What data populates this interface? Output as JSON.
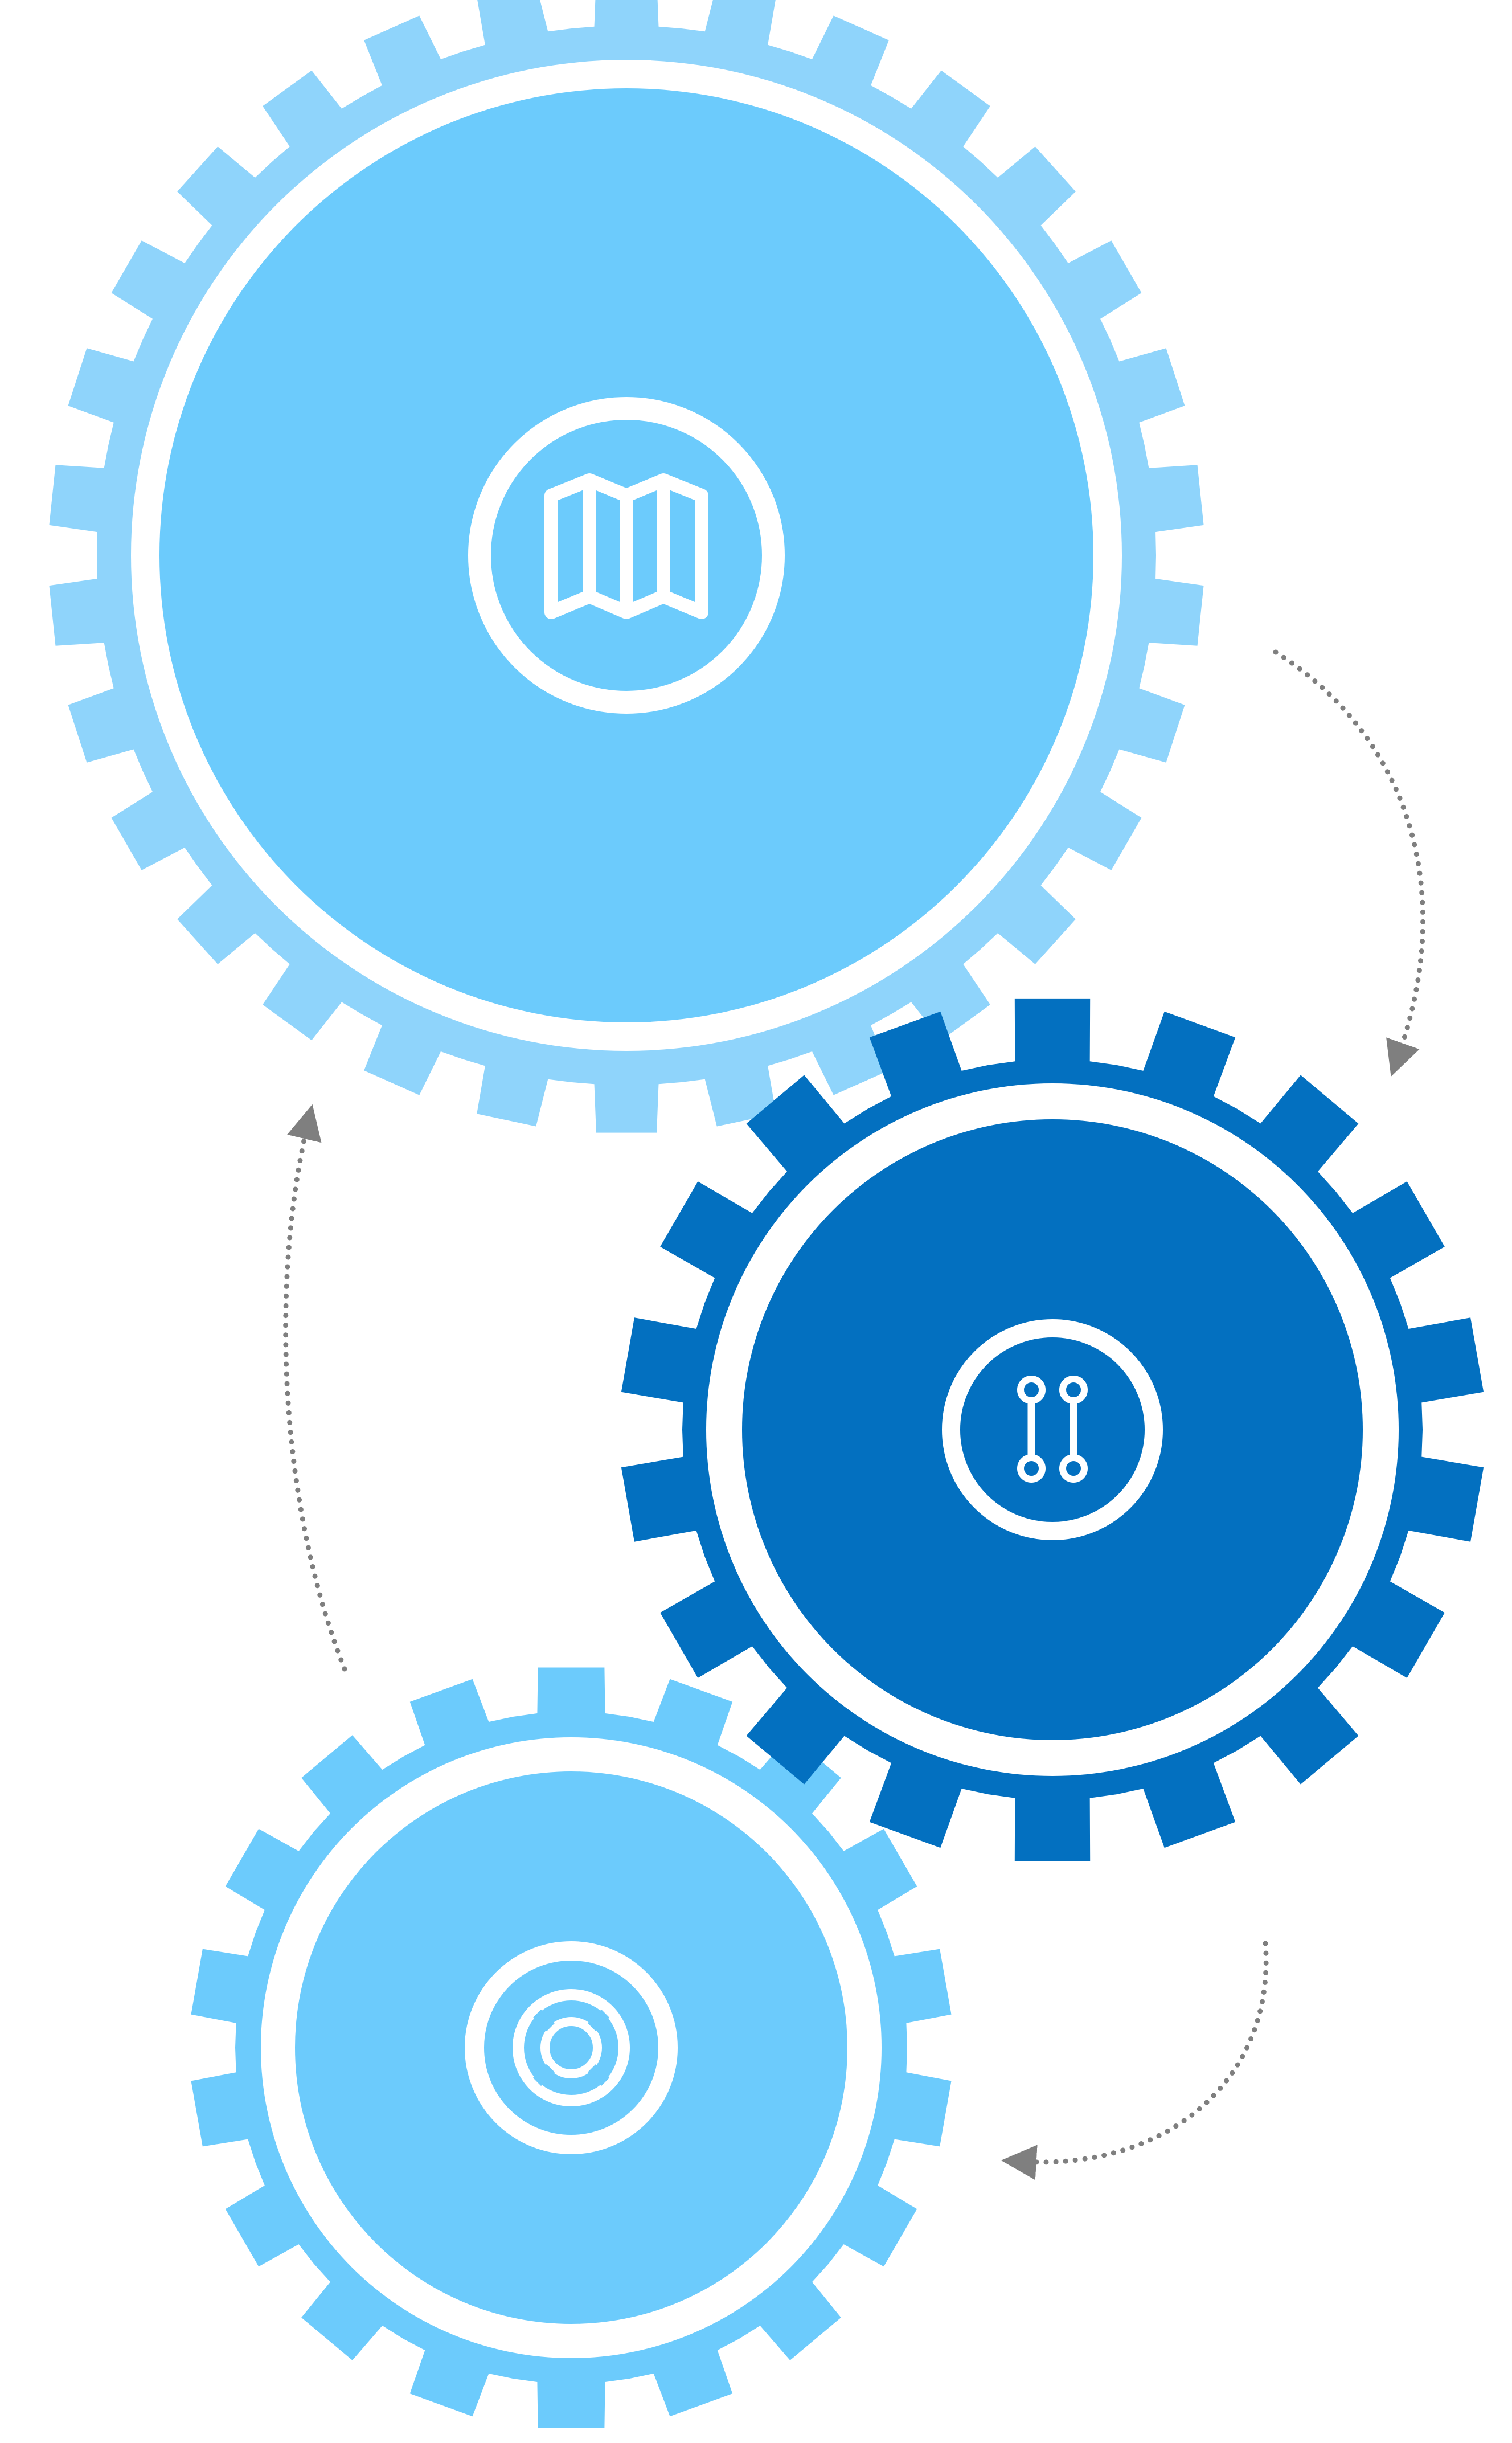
{
  "diagram": {
    "background": "#ffffff",
    "gears": [
      {
        "id": "map",
        "icon": "map-icon",
        "teeth": 30,
        "ring_color": "#8fd4fb",
        "face_color": "#6ccbfc",
        "icon_color": "#ffffff"
      },
      {
        "id": "connector",
        "icon": "connector-icon",
        "teeth": 18,
        "ring_color": "#0370c0",
        "face_color": "#0370c0",
        "icon_color": "#ffffff"
      },
      {
        "id": "lifebuoy",
        "icon": "lifebuoy-icon",
        "teeth": 18,
        "ring_color": "#6ccbfc",
        "face_color": "#6ccbfc",
        "icon_color": "#ffffff"
      }
    ],
    "arrows": [
      {
        "id": "map-to-connector",
        "from": "map",
        "to": "connector",
        "style": "dotted",
        "color": "#7f7f7f"
      },
      {
        "id": "connector-to-lifebuoy",
        "from": "connector",
        "to": "lifebuoy",
        "style": "dotted",
        "color": "#7f7f7f"
      },
      {
        "id": "lifebuoy-to-map",
        "from": "lifebuoy",
        "to": "map",
        "style": "dotted",
        "color": "#7f7f7f"
      }
    ]
  }
}
